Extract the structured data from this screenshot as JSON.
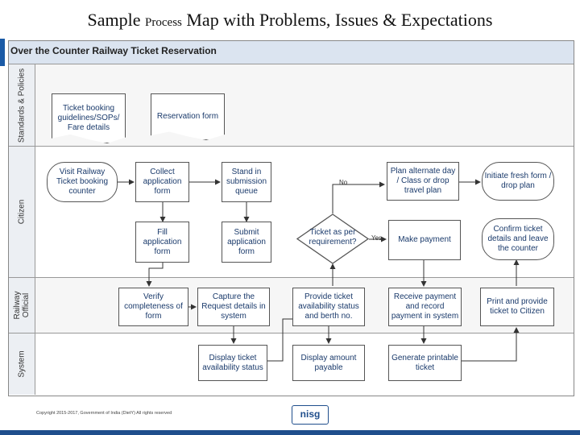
{
  "title": {
    "part1": "Sample",
    "part2": "Process",
    "part3": "Map with Problems, Issues & Expectations"
  },
  "diagram": {
    "header": "Over the Counter Railway Ticket Reservation"
  },
  "lanes": [
    {
      "label": "Standards & Policies"
    },
    {
      "label": "Citizen"
    },
    {
      "label": "Railway Official"
    },
    {
      "label": "System"
    }
  ],
  "steps": {
    "ticket_guidelines": "Ticket booking guidelines/SOPs/ Fare details",
    "reservation_form": "Reservation form",
    "visit_counter": "Visit Railway Ticket booking counter",
    "collect_form": "Collect application form",
    "stand_queue": "Stand in submission queue",
    "plan_alternate": "Plan alternate day / Class or drop travel plan",
    "initiate_fresh": "Initiate fresh form / drop plan",
    "fill_form": "Fill application form",
    "submit_form": "Submit application form",
    "decision": "Ticket as per requirement?",
    "make_payment": "Make payment",
    "confirm_details": "Confirm ticket details and leave the counter",
    "verify": "Verify completeness of form",
    "capture": "Capture the Request details in system",
    "provide_status": "Provide ticket availability status and berth no.",
    "receive_payment": "Receive payment and record payment in system",
    "print_ticket": "Print and provide ticket to Citizen",
    "display_availability": "Display ticket availability status",
    "display_amount": "Display amount payable",
    "generate_ticket": "Generate printable ticket"
  },
  "labels": {
    "no": "No",
    "yes": "Yes"
  },
  "footer": {
    "copyright": "Copyright 2015-2017, Government of India (DietY) All rights reserved",
    "logo": "nisg"
  }
}
